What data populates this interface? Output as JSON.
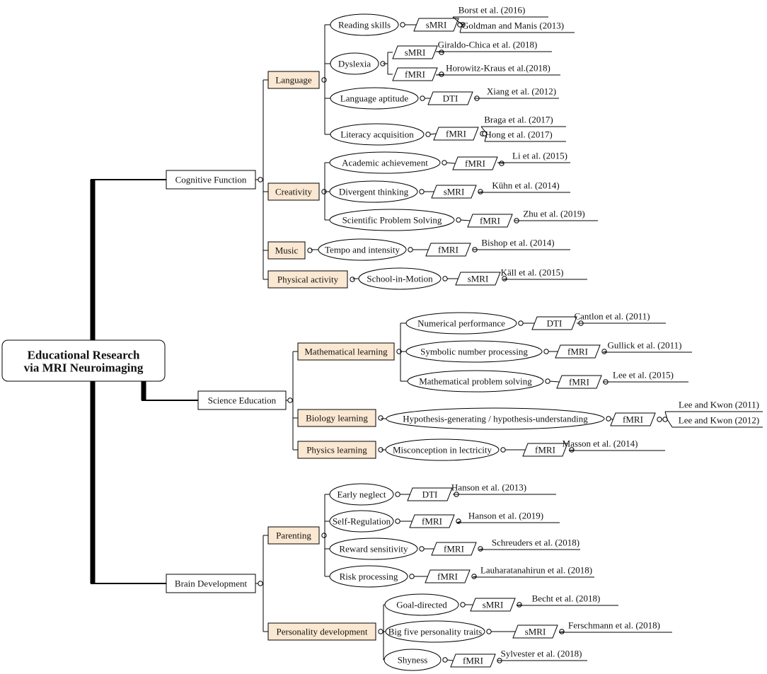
{
  "root": {
    "line1": "Educational Research",
    "line2": "via MRI Neuroimaging"
  },
  "level1": [
    {
      "id": "cog",
      "label": "Cognitive Function"
    },
    {
      "id": "sci",
      "label": "Science Education"
    },
    {
      "id": "brain",
      "label": "Brain Development"
    }
  ],
  "level2": [
    {
      "id": "lang",
      "label": "Language"
    },
    {
      "id": "creat",
      "label": "Creativity"
    },
    {
      "id": "music",
      "label": "Music"
    },
    {
      "id": "phys",
      "label": "Physical activity"
    },
    {
      "id": "math",
      "label": "Mathematical learning"
    },
    {
      "id": "bio",
      "label": "Biology learning"
    },
    {
      "id": "physics",
      "label": "Physics learning"
    },
    {
      "id": "parent",
      "label": "Parenting"
    },
    {
      "id": "person",
      "label": "Personality development"
    }
  ],
  "level3": [
    {
      "id": "read",
      "label": "Reading skills"
    },
    {
      "id": "dys",
      "label": "Dyslexia"
    },
    {
      "id": "langapt",
      "label": "Language aptitude"
    },
    {
      "id": "lit",
      "label": "Literacy acquisition"
    },
    {
      "id": "acad",
      "label": "Academic achievement"
    },
    {
      "id": "diverg",
      "label": "Divergent thinking"
    },
    {
      "id": "sps",
      "label": "Scientific Problem Solving"
    },
    {
      "id": "tempo",
      "label": "Tempo and intensity"
    },
    {
      "id": "school",
      "label": "School-in-Motion"
    },
    {
      "id": "numperf",
      "label": "Numerical performance"
    },
    {
      "id": "symb",
      "label": "Symbolic number processing"
    },
    {
      "id": "mps",
      "label": "Mathematical problem solving"
    },
    {
      "id": "hypo",
      "label": "Hypothesis-generating / hypothesis-understanding"
    },
    {
      "id": "misc",
      "label": "Misconception in lectricity"
    },
    {
      "id": "early",
      "label": "Early neglect"
    },
    {
      "id": "selfreg",
      "label": "Self-Regulation"
    },
    {
      "id": "reward",
      "label": "Reward sensitivity"
    },
    {
      "id": "risk",
      "label": "Risk processing"
    },
    {
      "id": "goal",
      "label": "Goal-directed"
    },
    {
      "id": "big5",
      "label": "Big five personality traits"
    },
    {
      "id": "shy",
      "label": "Shyness"
    }
  ],
  "methods": [
    "sMRI",
    "sMRI",
    "fMRI",
    "DTI",
    "fMRI",
    "fMRI",
    "sMRI",
    "fMRI",
    "fMRI",
    "sMRI",
    "DTI",
    "fMRI",
    "fMRI",
    "fMRI",
    "fMRI",
    "DTI",
    "fMRI",
    "fMRI",
    "fMRI",
    "sMRI",
    "sMRI",
    "fMRI"
  ],
  "references": [
    "Borst et al. (2016)",
    "Goldman and Manis (2013)",
    "Giraldo-Chica et al. (2018)",
    "Horowitz-Kraus et al.(2018)",
    "Xiang et al. (2012)",
    "Braga et al. (2017)",
    "Hong et al. (2017)",
    "Li et al. (2015)",
    "Kühn et al. (2014)",
    "Zhu et al. (2019)",
    "Bishop et al. (2014)",
    "Käll et al. (2015)",
    "Cantlon et al. (2011)",
    "Gullick et al. (2011)",
    "Lee et al. (2015)",
    "Lee and Kwon (2011)",
    "Lee and Kwon (2012)",
    "Masson et al. (2014)",
    "Hanson et al. (2013)",
    "Hanson et al. (2019)",
    "Schreuders et al. (2018)",
    "Lauharatanahirun et al. (2018)",
    "Becht et al. (2018)",
    "Ferschmann et al. (2018)",
    "Sylvester et al. (2018)"
  ],
  "colors": {
    "level2_fill": "#fbe8d2",
    "line": "#000000",
    "box_fill": "#ffffff"
  }
}
